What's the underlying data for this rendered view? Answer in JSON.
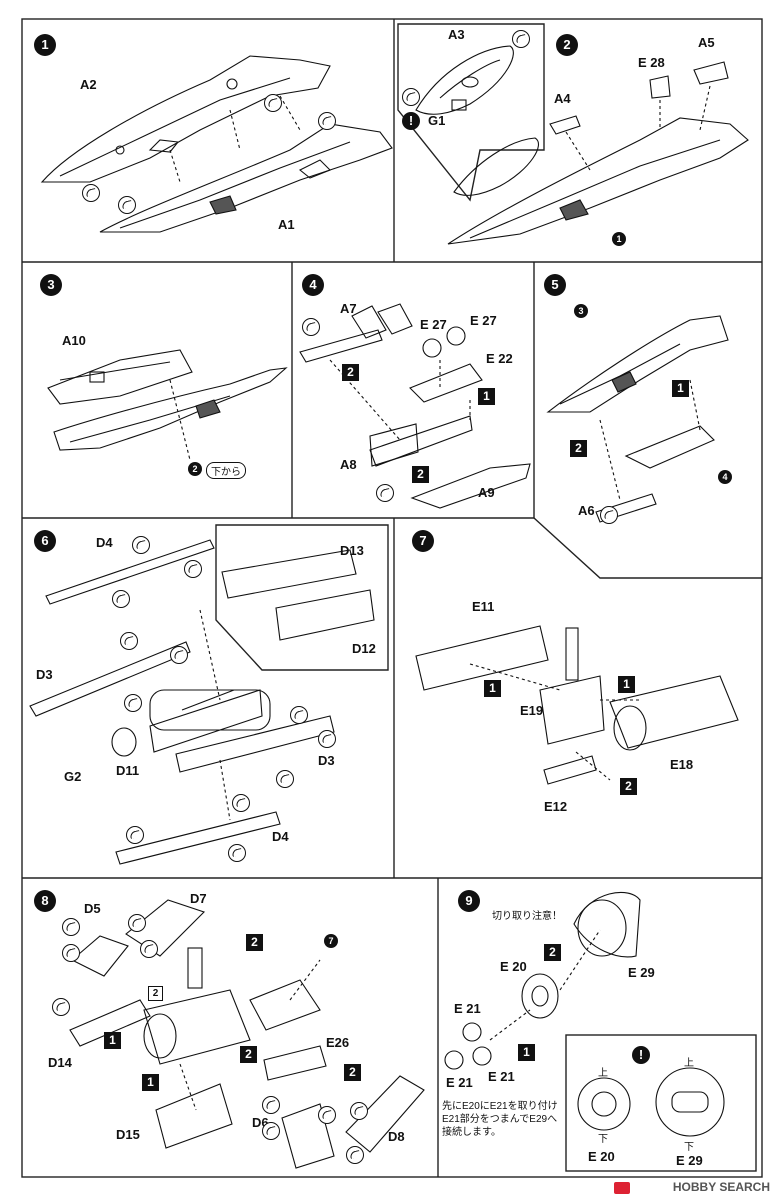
{
  "steps": [
    "1",
    "2",
    "3",
    "4",
    "5",
    "6",
    "7",
    "8",
    "9"
  ],
  "parts": {
    "s1": [
      "A2",
      "A1"
    ],
    "s2": [
      "A3",
      "G1",
      "A5",
      "E 28",
      "A4"
    ],
    "s3": [
      "A10"
    ],
    "s4": [
      "A7",
      "E 27",
      "E 27",
      "E 22",
      "A8",
      "A9"
    ],
    "s5": [
      "A6"
    ],
    "s6": [
      "D4",
      "D13",
      "D12",
      "D3",
      "G2",
      "D11",
      "D3",
      "D4"
    ],
    "s7": [
      "E11",
      "E19",
      "E18",
      "E12"
    ],
    "s8": [
      "D5",
      "D7",
      "D14",
      "E26",
      "D15",
      "D6",
      "D8"
    ],
    "s9": [
      "E 20",
      "E 29",
      "E 21",
      "E 21",
      "E 21",
      "E 20",
      "E 29"
    ]
  },
  "step_refs": {
    "s2_ref": "1",
    "s3_ref": "2",
    "s3_ref_text": "下から",
    "s5_ref1": "3",
    "s5_ref2": "4",
    "s8_ref": "7"
  },
  "marks": {
    "one": "1",
    "two": "2",
    "excl": "!"
  },
  "s9_caution": "切り取り注意！",
  "s9_note": [
    "先にE20にE21を取り付け",
    "E21部分をつまんでE29へ",
    "接続します。"
  ],
  "s9_up": "上",
  "s9_down": "下",
  "watermark": "HOBBY SEARCH"
}
